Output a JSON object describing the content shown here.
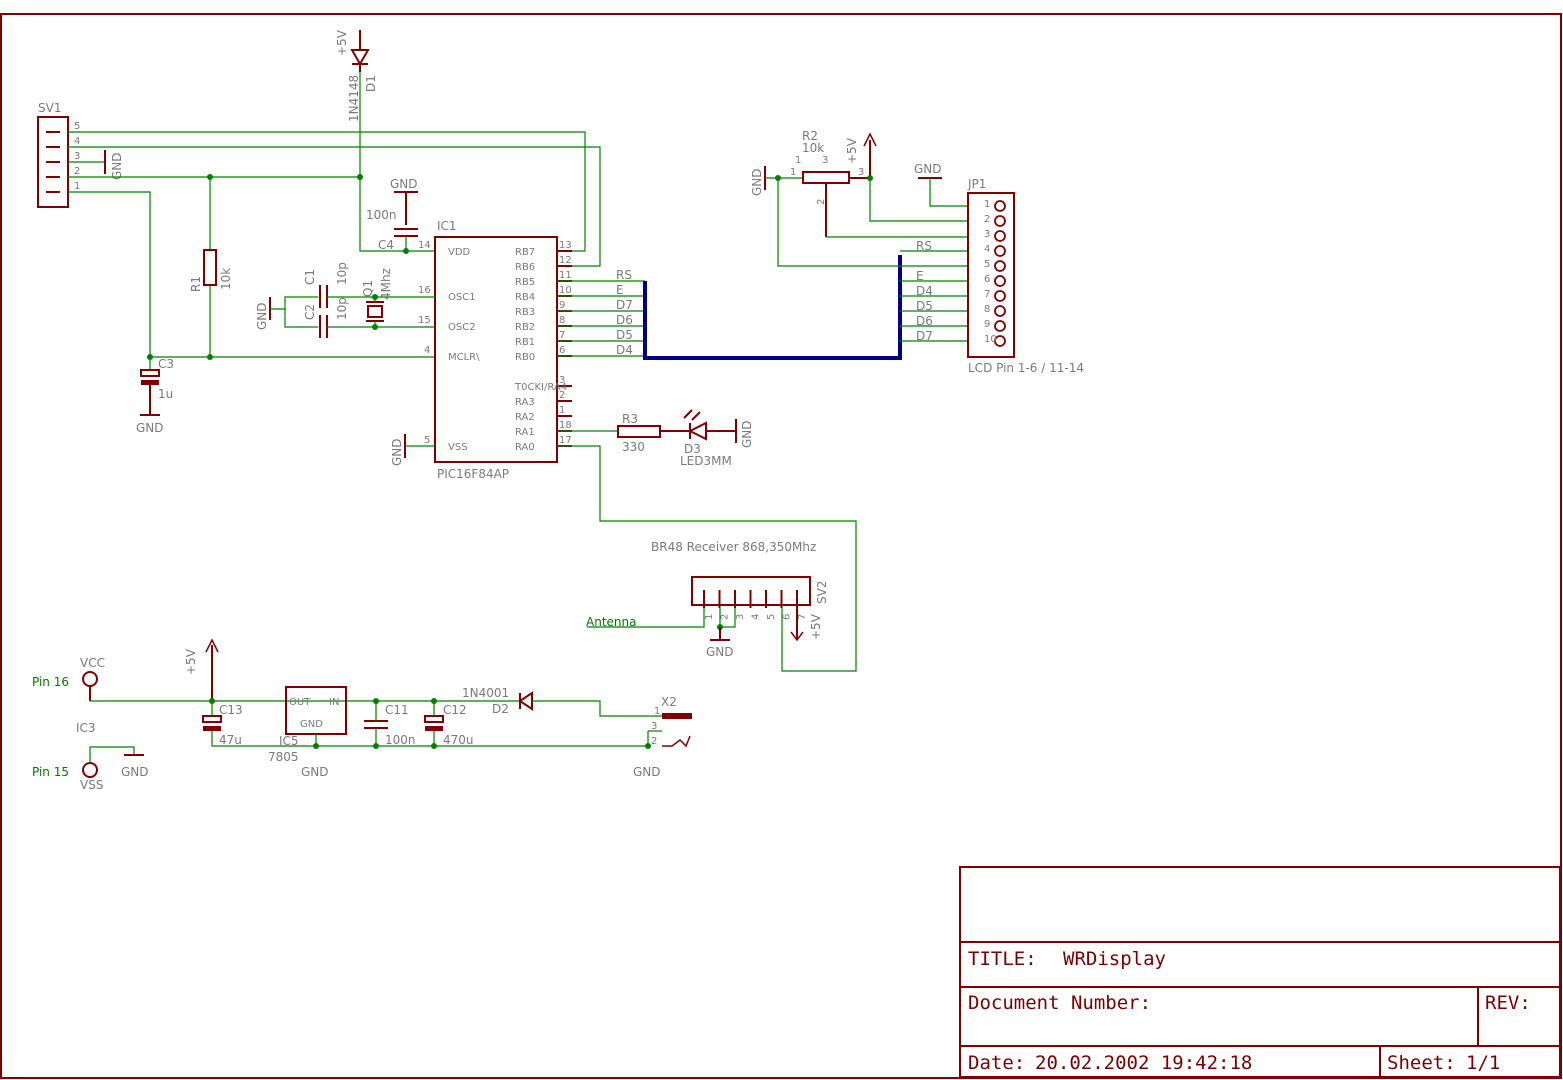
{
  "title_block": {
    "title_label": "TITLE:",
    "title_value": "WRDisplay",
    "doc_label": "Document Number:",
    "rev_label": "REV:",
    "date_label": "Date:",
    "date_value": "20.02.2002 19:42:18",
    "sheet_label": "Sheet:",
    "sheet_value": "1/1"
  },
  "parts": {
    "sv1": "SV1",
    "d1": "D1",
    "d1_val": "1N4148",
    "c4": "C4",
    "c4_val": "100n",
    "ic1": "IC1",
    "ic1_val": "PIC16F84AP",
    "r1": "R1",
    "r1_val": "10k",
    "c1": "C1",
    "c1_val": "10p",
    "c2": "C2",
    "c2_val": "10p",
    "q1": "Q1",
    "q1_val": "4Mhz",
    "c3": "C3",
    "c3_val": "1u",
    "r2": "R2",
    "r2_val": "10k",
    "jp1": "JP1",
    "jp1_note": "LCD Pin 1-6 / 11-14",
    "r3": "R3",
    "r3_val": "330",
    "d3": "D3",
    "d3_val": "LED3MM",
    "sv2": "SV2",
    "sv2_note": "BR48 Receiver 868,350Mhz",
    "antenna": "Antenna",
    "c13": "C13",
    "c13_val": "47u",
    "ic5": "IC5",
    "ic5_val": "7805",
    "c11": "C11",
    "c11_val": "100n",
    "c12": "C12",
    "c12_val": "470u",
    "d2": "D2",
    "d2_val": "1N4001",
    "x2": "X2",
    "ic3": "IC3",
    "vcc": "VCC",
    "vss": "VSS",
    "pin16": "Pin 16",
    "pin15": "Pin 15",
    "gnd": "GND",
    "plus5v": "+5V"
  },
  "ic1_pins_left": [
    "VDD",
    "OSC1",
    "OSC2",
    "MCLR\\",
    "VSS"
  ],
  "ic1_pins_right": [
    "RB7",
    "RB6",
    "RB5",
    "RB4",
    "RB3",
    "RB2",
    "RB1",
    "RB0",
    "T0CKI/RA4",
    "RA3",
    "RA2",
    "RA1",
    "RA0"
  ],
  "ic1_pin_nums_right": [
    "13",
    "12",
    "11",
    "10",
    "9",
    "8",
    "7",
    "6",
    "3",
    "2",
    "1",
    "18",
    "17"
  ],
  "ic1_pin_nums_left": [
    "14",
    "16",
    "15",
    "4",
    "5"
  ],
  "net_labels_ic": [
    "RS",
    "E",
    "D7",
    "D6",
    "D5",
    "D4"
  ],
  "net_labels_lcd": [
    "RS",
    "E",
    "D4",
    "D5",
    "D6",
    "D7"
  ],
  "jp1_pins": [
    "1",
    "2",
    "3",
    "4",
    "5",
    "6",
    "7",
    "8",
    "9",
    "10"
  ],
  "sv1_pins": [
    "5",
    "4",
    "3",
    "2",
    "1"
  ],
  "sv2_pins": [
    "1",
    "2",
    "3",
    "4",
    "5",
    "6",
    "7"
  ],
  "regulator": {
    "out": "OUT",
    "in": "IN",
    "gnd": "GND"
  },
  "x2_pins": [
    "1",
    "3",
    "2"
  ],
  "r2_pins": [
    "1",
    "3",
    "2",
    "3"
  ]
}
